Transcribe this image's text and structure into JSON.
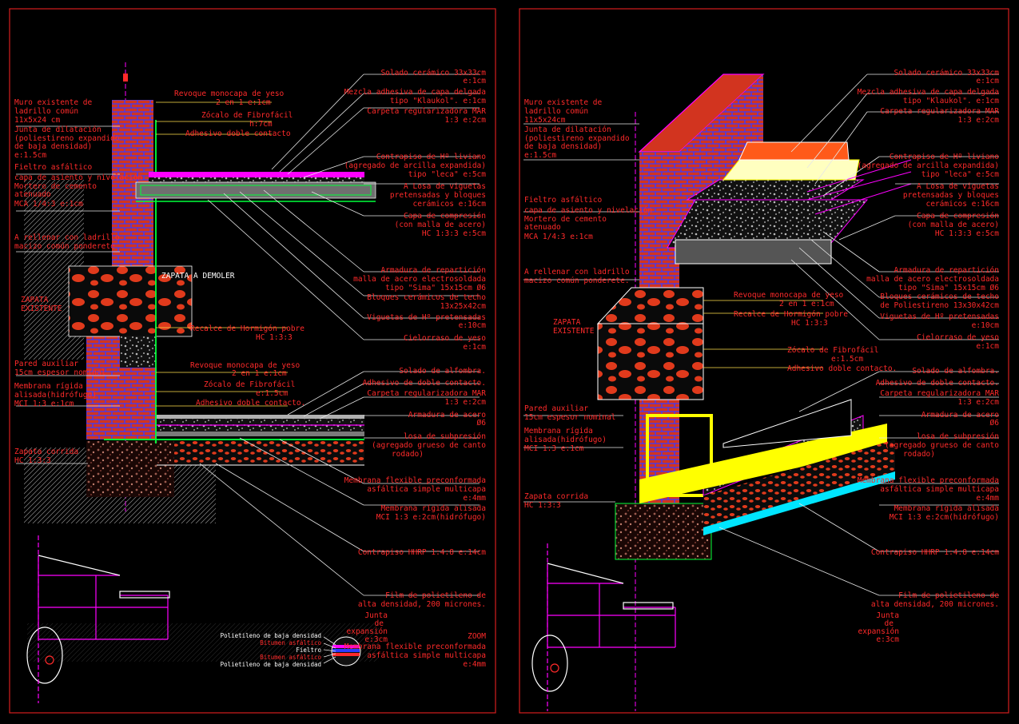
{
  "palette": {
    "background": "#000000",
    "frame": "#d61f1f",
    "label_red": "#ff2a2a",
    "label_white": "#ffffff",
    "brick": "#d2341f",
    "mortar": "#3a3aff",
    "magenta": "#ff00ff",
    "yellow": "#ffff00",
    "green": "#00ff3a"
  },
  "left": {
    "labels": [
      {
        "text": "Muro existente de"
      },
      {
        "text": "ladrillo común"
      },
      {
        "text": "11x5x24 cm"
      },
      {
        "text": "Junta de dilatación"
      },
      {
        "text": "(poliestireno expandido"
      },
      {
        "text": "de baja densidad)"
      },
      {
        "text": "e:1.5cm"
      },
      {
        "text": "Fieltro asfáltico"
      },
      {
        "text": "capa de asiento y nivelación"
      },
      {
        "text": "Mortero de cemento"
      },
      {
        "text": "atenuado"
      },
      {
        "text": "MCA 1/4:3  e:1cm"
      },
      {
        "text": "A rellenar con ladrillo"
      },
      {
        "text": "macizo común ponderete"
      },
      {
        "text": "ZAPATA"
      },
      {
        "text": "EXISTENTE"
      },
      {
        "text": "ZAPATA A DEMOLER"
      },
      {
        "text": "Pared auxiliar"
      },
      {
        "text": "15cm espesor nominal"
      },
      {
        "text": "Membrana rígida"
      },
      {
        "text": "alisada(hidrófugo)"
      },
      {
        "text": "MCI 1:3   e:1cm"
      },
      {
        "text": "Zapata corrida"
      },
      {
        "text": "HC 1:3:3"
      }
    ],
    "right_labels": [
      {
        "text": "Solado cerámico 33x33cm"
      },
      {
        "text": "e:1cm"
      },
      {
        "text": "Mezcla adhesiva de capa delgada"
      },
      {
        "text": "tipo \"Klaukol\".  e:1cm"
      },
      {
        "text": "Carpeta regularizadora MAR"
      },
      {
        "text": "1:3   e:2cm"
      },
      {
        "text": "Contrapiso de Hº liviano"
      },
      {
        "text": "(agregado de arcilla expandida)"
      },
      {
        "text": "tipo \"leca\"  e:5cm"
      },
      {
        "text": "A Losa de viguetas"
      },
      {
        "text": "pretensadas y bloques"
      },
      {
        "text": "cerámicos  e:16cm"
      },
      {
        "text": "Capa de compresión"
      },
      {
        "text": "(con malla de acero)"
      },
      {
        "text": "HC 1:3:3   e:5cm"
      },
      {
        "text": "Armadura de repartición"
      },
      {
        "text": "malla de acero electrosoldada"
      },
      {
        "text": "tipo \"Sima\" 15x15cm Ø6"
      },
      {
        "text": "Bloques cerámicos de techo"
      },
      {
        "text": "13x25x42cm"
      },
      {
        "text": "Viguetas de Hº pretensadas"
      },
      {
        "text": "e:10cm"
      },
      {
        "text": "Cielorraso de yeso"
      },
      {
        "text": "e:1cm"
      },
      {
        "text": "Solado de alfombra."
      },
      {
        "text": "Adhesivo de doble contacto."
      },
      {
        "text": "Carpeta regularizadora MAR"
      },
      {
        "text": "1:3   e:2cm"
      },
      {
        "text": "Armadura de acero"
      },
      {
        "text": "Ø6"
      },
      {
        "text": "losa de subpresión"
      },
      {
        "text": "(agregado grueso de canto"
      },
      {
        "text": "rodado)"
      },
      {
        "text": "Membrana flexible preconformada"
      },
      {
        "text": "asfáltica simple multicapa"
      },
      {
        "text": "e:4mm"
      },
      {
        "text": "Membrana rígida alisada"
      },
      {
        "text": "MCI 1:3   e:2cm(hidrófugo)"
      },
      {
        "text": "Contrapiso HHRP 1:4:8   e:14cm"
      },
      {
        "text": "Film de polietileno de"
      },
      {
        "text": "alta densidad, 200 micrones."
      },
      {
        "text": "Junta"
      },
      {
        "text": "de"
      },
      {
        "text": "expansión"
      },
      {
        "text": "e:3cm"
      },
      {
        "text": "ZOOM"
      },
      {
        "text": "Membrana flexible preconformada"
      },
      {
        "text": "asfáltica simple multicapa"
      },
      {
        "text": "e:4mm"
      }
    ],
    "mid_labels": [
      {
        "text": "Revoque monocapa de yeso"
      },
      {
        "text": "2 en 1   e:1cm"
      },
      {
        "text": "Zócalo de Fibrofácil"
      },
      {
        "text": "h:7cm"
      },
      {
        "text": "Adhesivo doble contacto"
      },
      {
        "text": "Recalce de Hormigón pobre"
      },
      {
        "text": "HC 1:3:3"
      },
      {
        "text": "Revoque monocapa de yeso"
      },
      {
        "text": "2 en 1   e:1cm"
      },
      {
        "text": "Zócalo de Fibrofácil"
      },
      {
        "text": "e:1.5cm"
      },
      {
        "text": "Adhesivo doble contacto."
      }
    ],
    "zoom_layers": [
      {
        "text": "Polietileno de baja densidad"
      },
      {
        "text": "Bitumen asfáltico"
      },
      {
        "text": "Fieltro"
      },
      {
        "text": "Bitumen asfáltico"
      },
      {
        "text": "Polietileno de baja densidad"
      }
    ]
  },
  "right": {
    "labels": [
      {
        "text": "Muro existente de"
      },
      {
        "text": "ladrillo común"
      },
      {
        "text": "11x5x24cm"
      },
      {
        "text": "Junta de dilatación"
      },
      {
        "text": "(poliestireno expandido"
      },
      {
        "text": "de baja densidad)"
      },
      {
        "text": "e:1.5cm"
      },
      {
        "text": "Fieltro asfáltico"
      },
      {
        "text": "capa de asiento y nivelación"
      },
      {
        "text": "Mortero de cemento"
      },
      {
        "text": "atenuado"
      },
      {
        "text": "MCA 1/4:3  e:1cm"
      },
      {
        "text": "A rellenar con ladrillo"
      },
      {
        "text": "macizo común ponderete."
      },
      {
        "text": "ZAPATA"
      },
      {
        "text": "EXISTENTE"
      },
      {
        "text": "Pared auxiliar"
      },
      {
        "text": "15cm espesor nominal"
      },
      {
        "text": "Membrana rígida"
      },
      {
        "text": "alisada(hidrófugo)"
      },
      {
        "text": "MCI 1:3   e:1cm"
      },
      {
        "text": "Zapata corrida"
      },
      {
        "text": "HC 1:3:3"
      }
    ],
    "right_labels": [
      {
        "text": "Solado cerámico 33x33cm"
      },
      {
        "text": "e:1cm"
      },
      {
        "text": "Mezcla adhesiva de capa delgada"
      },
      {
        "text": "tipo \"Klaukol\".  e:1cm"
      },
      {
        "text": "Carpeta regularizadora MAR"
      },
      {
        "text": "1:3   e:2cm"
      },
      {
        "text": "Contrapiso de Hº liviano"
      },
      {
        "text": "(agregado de arcilla expandida)"
      },
      {
        "text": "tipo \"leca\"  e:5cm"
      },
      {
        "text": "A Losa de viguetas"
      },
      {
        "text": "pretensadas y bloques"
      },
      {
        "text": "cerámicos  e:16cm"
      },
      {
        "text": "Capa de compresión"
      },
      {
        "text": "(con malla de acero)"
      },
      {
        "text": "HC 1:3:3   e:5cm"
      },
      {
        "text": "Armadura de repartición"
      },
      {
        "text": "malla de acero electrosoldada"
      },
      {
        "text": "tipo \"Sima\" 15x15cm Ø6"
      },
      {
        "text": "Bloques cerámicos de techo"
      },
      {
        "text": "de Poliestireno 13x30x42cm"
      },
      {
        "text": "Viguetas de Hº pretensadas"
      },
      {
        "text": "e:10cm"
      },
      {
        "text": "Cielorraso de yeso"
      },
      {
        "text": "e:1cm"
      },
      {
        "text": "Solado de alfombra."
      },
      {
        "text": "Adhesivo de doble contacto."
      },
      {
        "text": "Carpeta regularizadora MAR"
      },
      {
        "text": "1:3   e:2cm"
      },
      {
        "text": "Armadura de acero"
      },
      {
        "text": "Ø6"
      },
      {
        "text": "losa de subpresión"
      },
      {
        "text": "(agregado grueso de canto"
      },
      {
        "text": "rodado)"
      },
      {
        "text": "Membrana flexible preconformada"
      },
      {
        "text": "asfáltica simple multicapa"
      },
      {
        "text": "e:4mm"
      },
      {
        "text": "Membrana rígida alisada"
      },
      {
        "text": "MCI 1:3   e:2cm(hidrófugo)"
      },
      {
        "text": "Contrapiso HHRP 1:4:8   e:14cm"
      },
      {
        "text": "Film de polietileno de"
      },
      {
        "text": "alta densidad, 200 micrones."
      },
      {
        "text": "Junta"
      },
      {
        "text": "de"
      },
      {
        "text": "expansión"
      },
      {
        "text": "e:3cm"
      }
    ],
    "mid_labels": [
      {
        "text": "Revoque monocapa de yeso"
      },
      {
        "text": "2 en 1   e:1cm"
      },
      {
        "text": "Recalce de Hormigón pobre"
      },
      {
        "text": "HC 1:3:3"
      },
      {
        "text": "Zócalo de Fibrofácil"
      },
      {
        "text": "e:1.5cm"
      },
      {
        "text": "Adhesivo doble contacto."
      }
    ]
  }
}
